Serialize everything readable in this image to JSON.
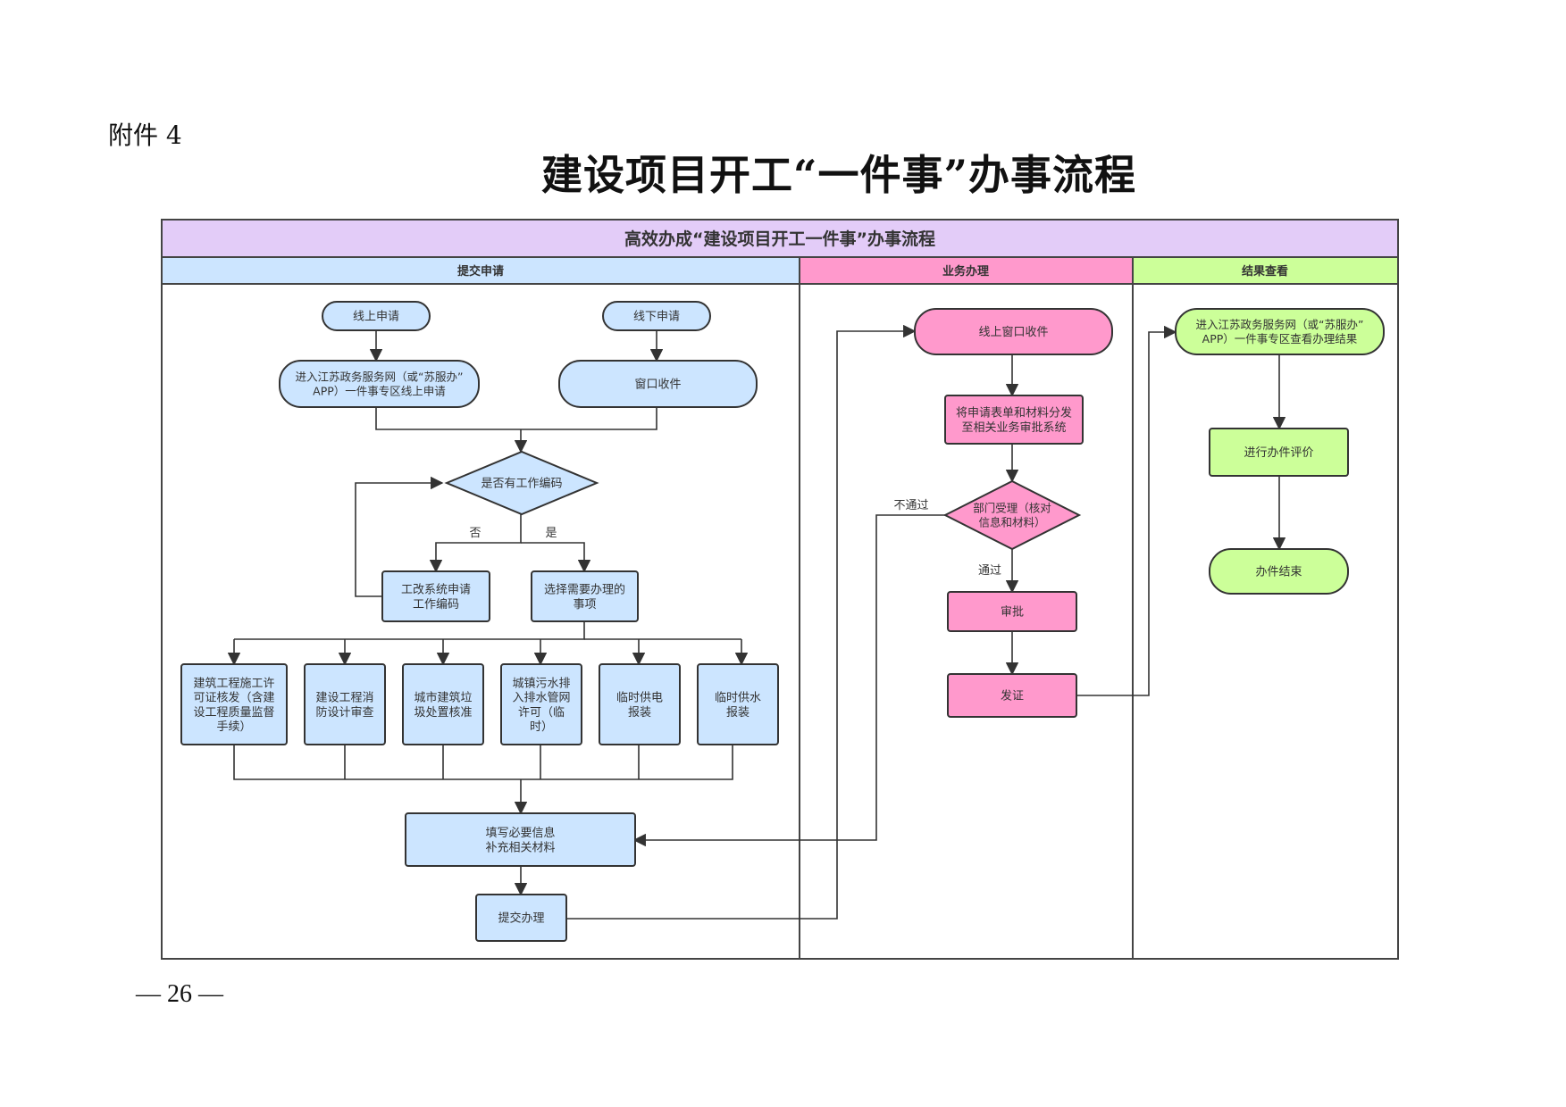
{
  "page": {
    "attachment_label": "附件 4",
    "title": "建设项目开工“一件事”办事流程",
    "page_number": "— 26 —"
  },
  "diagram": {
    "banner": "高效办成“建设项目开工一件事”办事流程",
    "colors": {
      "banner": "#E3CCF8",
      "lane_submit": "#CCE5FF",
      "lane_process": "#FF99CC",
      "lane_result": "#CCFF99",
      "stroke": "#333333"
    },
    "lanes": [
      {
        "id": "submit",
        "label": "提交申请"
      },
      {
        "id": "process",
        "label": "业务办理"
      },
      {
        "id": "result",
        "label": "结果查看"
      }
    ],
    "nodes": {
      "online_apply": {
        "lines": [
          "线上申请"
        ]
      },
      "offline_apply": {
        "lines": [
          "线下申请"
        ]
      },
      "enter_portal": {
        "lines": [
          "进入江苏政务服务网（或“苏服办”",
          "APP）一件事专区线上申请"
        ]
      },
      "window_receive": {
        "lines": [
          "窗口收件"
        ]
      },
      "has_code": {
        "lines": [
          "是否有工作编码"
        ]
      },
      "apply_code": {
        "lines": [
          "工改系统申请",
          "工作编码"
        ]
      },
      "choose_items": {
        "lines": [
          "选择需要办理的",
          "事项"
        ]
      },
      "item_permit": {
        "lines": [
          "建筑工程施工许",
          "可证核发（含建",
          "设工程质量监督",
          "手续）"
        ]
      },
      "item_fire": {
        "lines": [
          "建设工程消",
          "防设计审查"
        ]
      },
      "item_waste": {
        "lines": [
          "城市建筑垃",
          "圾处置核准"
        ]
      },
      "item_sewage": {
        "lines": [
          "城镇污水排",
          "入排水管网",
          "许可（临",
          "时）"
        ]
      },
      "item_power": {
        "lines": [
          "临时供电",
          "报装"
        ]
      },
      "item_water": {
        "lines": [
          "临时供水",
          "报装"
        ]
      },
      "fill_info": {
        "lines": [
          "填写必要信息",
          "补充相关材料"
        ]
      },
      "submit": {
        "lines": [
          "提交办理"
        ]
      },
      "online_window": {
        "lines": [
          "线上窗口收件"
        ]
      },
      "dispatch": {
        "lines": [
          "将申请表单和材料分发",
          "至相关业务审批系统"
        ]
      },
      "dept_accept": {
        "lines": [
          "部门受理（核对",
          "信息和材料）"
        ]
      },
      "approve": {
        "lines": [
          "审批"
        ]
      },
      "certificate": {
        "lines": [
          "发证"
        ]
      },
      "view_result": {
        "lines": [
          "进入江苏政务服务网（或“苏服办”",
          "APP）一件事专区查看办理结果"
        ]
      },
      "evaluate": {
        "lines": [
          "进行办件评价"
        ]
      },
      "finish": {
        "lines": [
          "办件结束"
        ]
      }
    },
    "edge_labels": {
      "no": "否",
      "yes": "是",
      "reject": "不通过",
      "pass": "通过"
    }
  }
}
